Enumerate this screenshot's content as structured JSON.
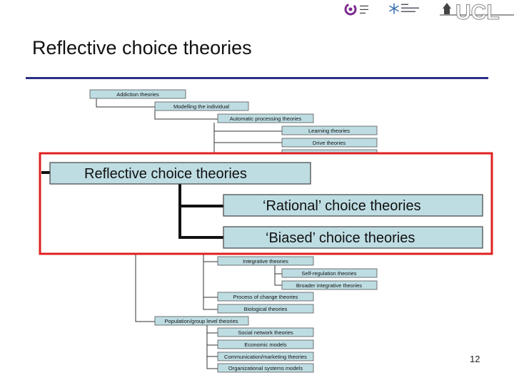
{
  "slide": {
    "title": "Reflective choice theories",
    "page_number": "12",
    "accent_color": "#2b2f85",
    "highlight_color": "#e02020"
  },
  "logos": {
    "logo_a": "spiral-logo",
    "logo_b": "snowflake-logo",
    "logo_c": "UCL"
  },
  "tree": {
    "addiction": "Addiction theories",
    "modelling": "Modelling the individual",
    "automatic": "Automatic processing theories",
    "learning": "Learning theories",
    "drive": "Drive theories",
    "integrative": "Integrative theories",
    "self_regulation": "Self-regulation theories",
    "broader": "Broader integrative theories",
    "process_change": "Process of change theories",
    "biological": "Biological theories",
    "population": "Population/group level theories",
    "social_network": "Social network theories",
    "economic": "Economic models",
    "communication": "Communication/marketing theories",
    "organizational": "Organizational systems models"
  },
  "highlight": {
    "reflective": "Reflective choice theories",
    "rational_quote": "‘Rational’",
    "rational_rest": " choice theories",
    "biased_quote": "‘Biased’",
    "biased_rest": " choice theories"
  }
}
